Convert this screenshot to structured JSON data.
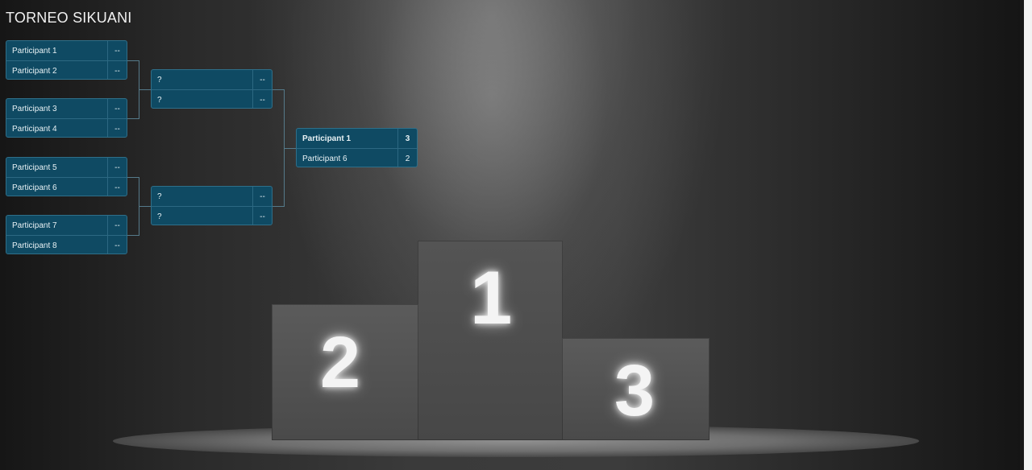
{
  "title": "TORNEO SIKUANI",
  "bracket": {
    "round1": [
      {
        "p1": "Participant 1",
        "s1": "--",
        "p2": "Participant 2",
        "s2": "--"
      },
      {
        "p1": "Participant 3",
        "s1": "--",
        "p2": "Participant 4",
        "s2": "--"
      },
      {
        "p1": "Participant 5",
        "s1": "--",
        "p2": "Participant 6",
        "s2": "--"
      },
      {
        "p1": "Participant 7",
        "s1": "--",
        "p2": "Participant 8",
        "s2": "--"
      }
    ],
    "round2": [
      {
        "p1": "?",
        "s1": "--",
        "p2": "?",
        "s2": "--"
      },
      {
        "p1": "?",
        "s1": "--",
        "p2": "?",
        "s2": "--"
      }
    ],
    "final": {
      "p1": "Participant 1",
      "s1": "3",
      "p2": "Participant 6",
      "s2": "2"
    }
  },
  "podium": {
    "first": "1",
    "second": "2",
    "third": "3"
  }
}
